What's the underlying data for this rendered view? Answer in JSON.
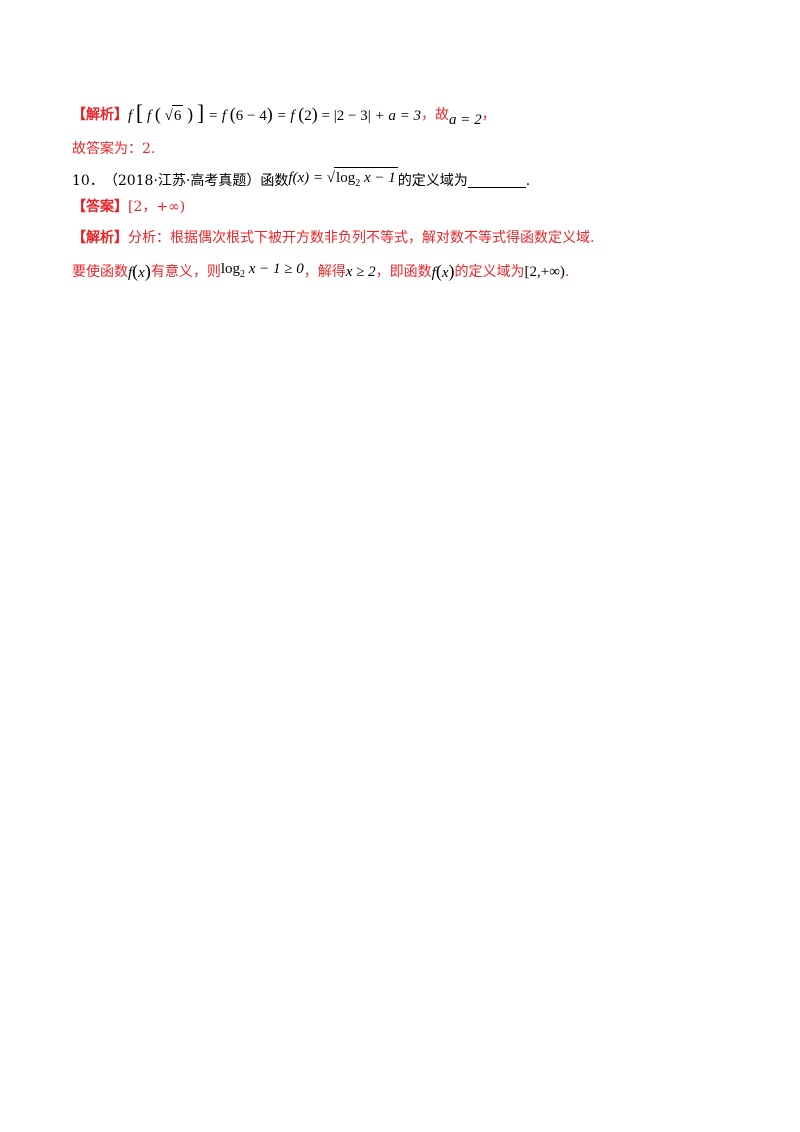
{
  "solution1": {
    "tag": "【解析】",
    "math": {
      "f1": "f",
      "f2": "f",
      "sqrt_arg": "6",
      "eq1": "= f",
      "paren1": "6 − 4",
      "eq2": "= f",
      "paren2": "2",
      "eq3": "=",
      "abs_inner": "2 − 3",
      "rest": "+ a = 3"
    },
    "text_after": "，故",
    "result": "a = 2",
    "tail": "，"
  },
  "answer_line1": {
    "text": "故答案为：2."
  },
  "question10": {
    "number": "10．",
    "source": "（2018·江苏·高考真题）",
    "lead": "函数",
    "func": "f(x) =",
    "radical": "√",
    "log": "log",
    "log_base": "2",
    "log_rest": "x − 1",
    "trail": "的定义域为",
    "end": "."
  },
  "answer10": {
    "tag": "【答案】",
    "value": "[2，+∞)"
  },
  "analysis10": {
    "tag": "【解析】",
    "text": "分析：根据偶次根式下被开方数非负列不等式，解对数不等式得函数定义域."
  },
  "detail10": {
    "p1": "要使函数",
    "f1": "f",
    "x1": "x",
    "p2": "有意义，则",
    "log": "log",
    "log_base": "2",
    "ineq": "x − 1 ≥ 0",
    "p3": "，解得",
    "sol": "x ≥ 2",
    "p4": "，即函数",
    "f2": "f",
    "x2": "x",
    "p5": "的定义域为",
    "interval": "[2,+∞)",
    "p6": "."
  }
}
